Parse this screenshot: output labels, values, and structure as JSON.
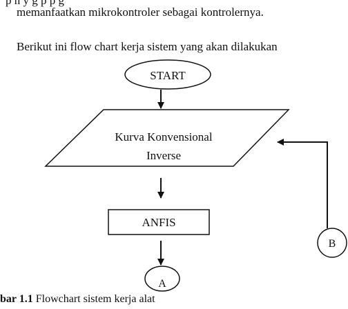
{
  "text": {
    "line1": "p       n       y       g                     p                     p                     g",
    "line2": "memanfaatkan mikrokontroler sebagai kontrolernya.",
    "line3": "Berikut ini flow chart kerja sistem yang akan dilakukan"
  },
  "flowchart": {
    "start": "START",
    "input_line1": "Kurva Konvensional",
    "input_line2": "Inverse",
    "process": "ANFIS",
    "connector_a": "A",
    "connector_b": "B"
  },
  "caption": {
    "label": "bar 1.1",
    "text": " Flowchart sistem kerja alat"
  }
}
